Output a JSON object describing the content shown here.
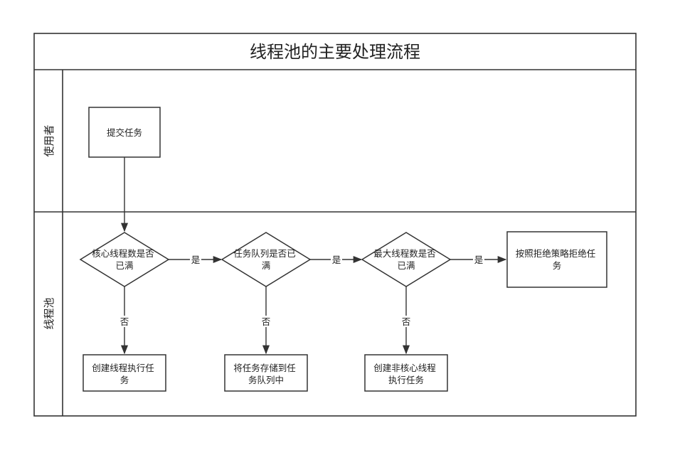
{
  "title": "线程池的主要处理流程",
  "lanes": {
    "user": "使用者",
    "pool": "线程池"
  },
  "nodes": {
    "submit": [
      "提交任务"
    ],
    "core_full": [
      "核心线程数是否",
      "已满"
    ],
    "queue_full": [
      "任务队列是否已",
      "满"
    ],
    "max_full": [
      "最大线程数是否",
      "已满"
    ],
    "reject": [
      "按照拒绝策略拒绝任",
      "务"
    ],
    "create_core": [
      "创建线程执行任",
      "务"
    ],
    "enqueue": [
      "将任务存储到任",
      "务队列中"
    ],
    "create_noncore": [
      "创建非核心线程",
      "执行任务"
    ]
  },
  "edge_labels": {
    "yes": "是",
    "no": "否"
  }
}
